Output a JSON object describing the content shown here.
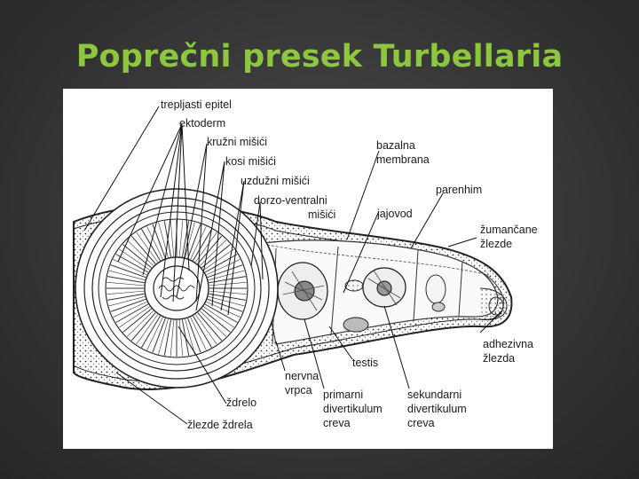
{
  "title": "Poprečni presek Turbellaria",
  "labels": {
    "trepljasti_epitel": "trepljasti epitel",
    "ektoderm": "ektoderm",
    "kruzni_misici": "kružni mišići",
    "kosi_misici": "kosi mišići",
    "uzduzni_misici": "uzdužni mišići",
    "dorzo_ventralni_1": "dorzo-ventralni",
    "dorzo_ventralni_2": "mišići",
    "bazalna_1": "bazalna",
    "bazalna_2": "membrana",
    "parenhim": "parenhim",
    "jajovod": "jajovod",
    "zumancane_1": "žumančane",
    "zumancane_2": "žlezde",
    "adhezivna_1": "adhezivna",
    "adhezivna_2": "žlezda",
    "testis": "testis",
    "nervna_1": "nervna",
    "nervna_2": "vrpca",
    "zdrelo": "ždrelo",
    "zlezde_zdrela": "žlezde ždrela",
    "primarni_1": "primarni",
    "primarni_2": "divertikulum",
    "primarni_3": "creva",
    "sekundarni_1": "sekundarni",
    "sekundarni_2": "divertikulum",
    "sekundarni_3": "creva"
  }
}
